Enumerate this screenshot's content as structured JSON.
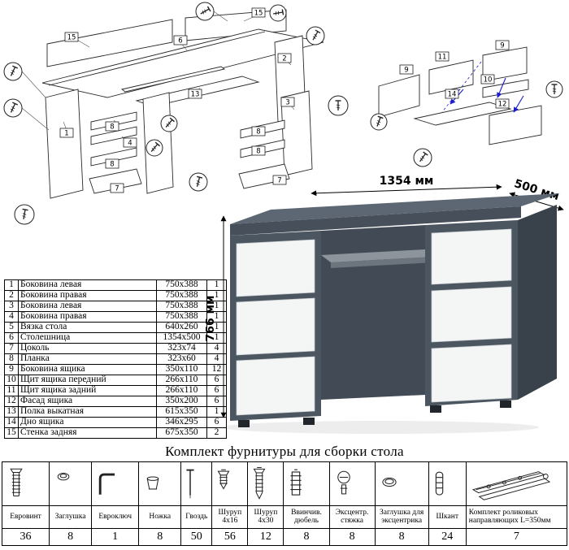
{
  "parts_table": {
    "rows": [
      {
        "n": "1",
        "name": "Боковина левая",
        "size": "750x388",
        "qty": "1"
      },
      {
        "n": "2",
        "name": "Боковина правая",
        "size": "750x388",
        "qty": "1"
      },
      {
        "n": "3",
        "name": "Боковина левая",
        "size": "750x388",
        "qty": "1"
      },
      {
        "n": "4",
        "name": "Боковина правая",
        "size": "750x388",
        "qty": "1"
      },
      {
        "n": "5",
        "name": "Вязка стола",
        "size": "640x260",
        "qty": "1"
      },
      {
        "n": "6",
        "name": "Столешница",
        "size": "1354x500",
        "qty": "1"
      },
      {
        "n": "7",
        "name": "Цоколь",
        "size": "323x74",
        "qty": "4"
      },
      {
        "n": "8",
        "name": "Планка",
        "size": "323x60",
        "qty": "4"
      },
      {
        "n": "9",
        "name": "Боковина ящика",
        "size": "350x110",
        "qty": "12"
      },
      {
        "n": "10",
        "name": "Щит ящика передний",
        "size": "266x110",
        "qty": "6"
      },
      {
        "n": "11",
        "name": "Щит ящика задний",
        "size": "266x110",
        "qty": "6"
      },
      {
        "n": "12",
        "name": "Фасад ящика",
        "size": "350x200",
        "qty": "6"
      },
      {
        "n": "13",
        "name": "Полка выкатная",
        "size": "615x350",
        "qty": "1"
      },
      {
        "n": "14",
        "name": "Дно ящика",
        "size": "346x295",
        "qty": "6"
      },
      {
        "n": "15",
        "name": "Стенка задняя",
        "size": "675x350",
        "qty": "2"
      }
    ]
  },
  "desk": {
    "width_label": "1354 мм",
    "depth_label": "500 мм",
    "height_label": "766 мм",
    "body_color": "#4c5661",
    "drawer_color": "#f4f6f6"
  },
  "diagrams": {
    "left_labels": [
      "15",
      "15",
      "6",
      "13",
      "1",
      "8",
      "4",
      "8",
      "7",
      "2",
      "3",
      "8",
      "8",
      "7"
    ],
    "right_labels": [
      "9",
      "11",
      "9",
      "10",
      "14",
      "12"
    ]
  },
  "hardware": {
    "title": "Комплект фурнитуры для сборки стола",
    "items": [
      {
        "name": "Евровинт",
        "qty": "36",
        "icon": "euroscrew-icon"
      },
      {
        "name": "Заглушка",
        "qty": "8",
        "icon": "cap-icon"
      },
      {
        "name": "Евроключ",
        "qty": "1",
        "icon": "hexkey-icon"
      },
      {
        "name": "Ножка",
        "qty": "8",
        "icon": "leg-icon"
      },
      {
        "name": "Гвоздь",
        "qty": "50",
        "icon": "nail-icon"
      },
      {
        "name": "Шуруп 4х16",
        "qty": "56",
        "icon": "screw-short-icon"
      },
      {
        "name": "Шуруп 4х30",
        "qty": "12",
        "icon": "screw-long-icon"
      },
      {
        "name": "Ввинчив. дюбель",
        "qty": "8",
        "icon": "dowel-icon"
      },
      {
        "name": "Эксцентр. стяжка",
        "qty": "8",
        "icon": "cam-lock-icon"
      },
      {
        "name": "Заглушка для эксцентрика",
        "qty": "8",
        "icon": "cam-cap-icon"
      },
      {
        "name": "Шкант",
        "qty": "24",
        "icon": "wood-pin-icon"
      },
      {
        "name": "Комплект роликовых направляющих L=350мм",
        "qty": "7",
        "icon": "roller-guides-icon"
      }
    ]
  }
}
